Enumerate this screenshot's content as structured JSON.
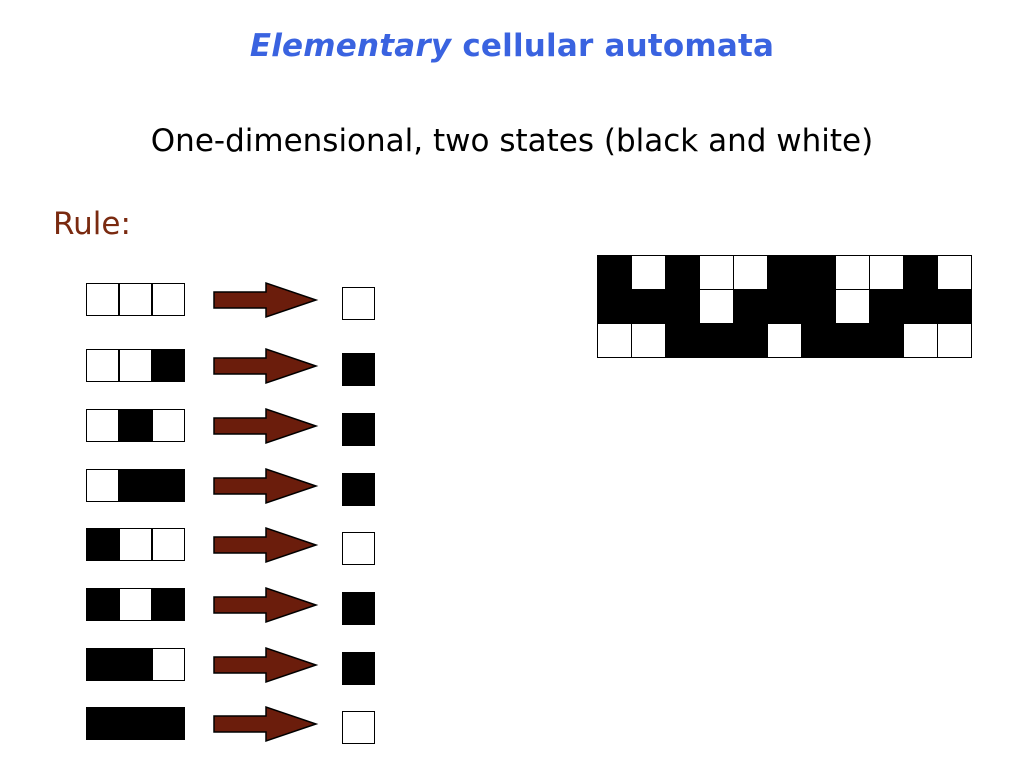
{
  "title": {
    "italic": "Elementary",
    "rest": " cellular automata"
  },
  "subtitle": "One-dimensional, two states (black and white)",
  "rule_label": "Rule:",
  "colors": {
    "title": "#3a63e0",
    "rule_label": "#7a2a10",
    "arrow_fill": "#6b1d0c",
    "cell_on": "#000000",
    "cell_off": "#ffffff"
  },
  "rules": [
    {
      "neighborhood": [
        0,
        0,
        0
      ],
      "output": 0
    },
    {
      "neighborhood": [
        0,
        0,
        1
      ],
      "output": 1
    },
    {
      "neighborhood": [
        0,
        1,
        0
      ],
      "output": 1
    },
    {
      "neighborhood": [
        0,
        1,
        1
      ],
      "output": 1
    },
    {
      "neighborhood": [
        1,
        0,
        0
      ],
      "output": 0
    },
    {
      "neighborhood": [
        1,
        0,
        1
      ],
      "output": 1
    },
    {
      "neighborhood": [
        1,
        1,
        0
      ],
      "output": 1
    },
    {
      "neighborhood": [
        1,
        1,
        1
      ],
      "output": 0
    }
  ],
  "grid": [
    [
      1,
      0,
      1,
      0,
      0,
      1,
      1,
      0,
      0,
      1,
      0
    ],
    [
      1,
      1,
      1,
      0,
      1,
      1,
      1,
      0,
      1,
      1,
      1
    ],
    [
      0,
      0,
      1,
      1,
      1,
      0,
      1,
      1,
      1,
      0,
      0
    ]
  ]
}
